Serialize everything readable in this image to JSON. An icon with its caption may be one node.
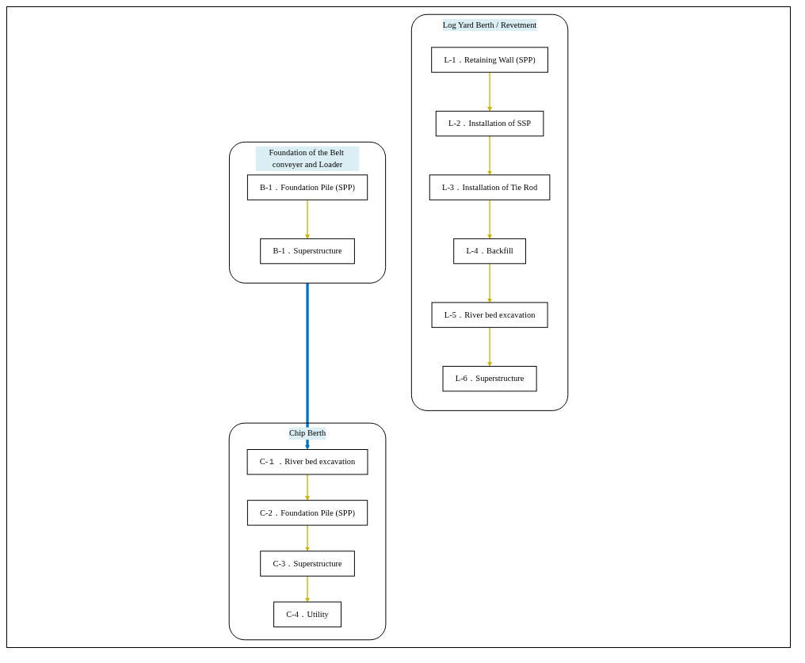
{
  "diagram": {
    "nodes": [
      {
        "text": [
          "Log Yard Berth / Revetment"
        ]
      },
      {
        "text": [
          "L-1．Retaining Wall (SPP)"
        ],
        "in": 0
      },
      {
        "text": [
          "L-2．Installation of SSP"
        ],
        "in": 0
      },
      {
        "text": [
          "L-3．Installation of Tie Rod"
        ],
        "in": 0
      },
      {
        "text": [
          "L-4．Backfill"
        ],
        "in": 0
      },
      {
        "text": [
          "L-5．River bed excavation"
        ],
        "in": 0
      },
      {
        "text": [
          "L-6．Superstructure"
        ],
        "in": 0
      },
      {
        "text": [
          "Foundation of the Belt conveyer and Loader"
        ]
      },
      {
        "text": [
          "B-1．Foundation Pile (SPP)"
        ],
        "in": 7
      },
      {
        "text": [
          "B-1．Superstructure"
        ],
        "in": 7
      },
      {
        "text": [
          "Chip Berth"
        ]
      },
      {
        "text": [
          "C-１．River bed excavation"
        ],
        "in": 10
      },
      {
        "text": [
          "C-2．Foundation Pile (SPP)"
        ],
        "in": 10
      },
      {
        "text": [
          "C-3．Superstructure"
        ],
        "in": 10
      },
      {
        "text": [
          "C-4．Utility"
        ],
        "in": 10
      }
    ],
    "edges": [
      {
        "from": 1,
        "to": 2,
        "arrow": "to"
      },
      {
        "from": 2,
        "to": 3,
        "arrow": "to"
      },
      {
        "from": 3,
        "to": 4,
        "arrow": "to"
      },
      {
        "from": 4,
        "to": 5,
        "arrow": "to"
      },
      {
        "from": 5,
        "to": 6,
        "arrow": "to"
      },
      {
        "from": 8,
        "to": 9,
        "arrow": "to"
      },
      {
        "from": 7,
        "to": 11,
        "arrow": "to",
        "style": "thick",
        "color": "#0070c0"
      },
      {
        "from": 11,
        "to": 12,
        "arrow": "to"
      },
      {
        "from": 12,
        "to": 13,
        "arrow": "to"
      },
      {
        "from": 13,
        "to": 14,
        "arrow": "to"
      }
    ]
  }
}
